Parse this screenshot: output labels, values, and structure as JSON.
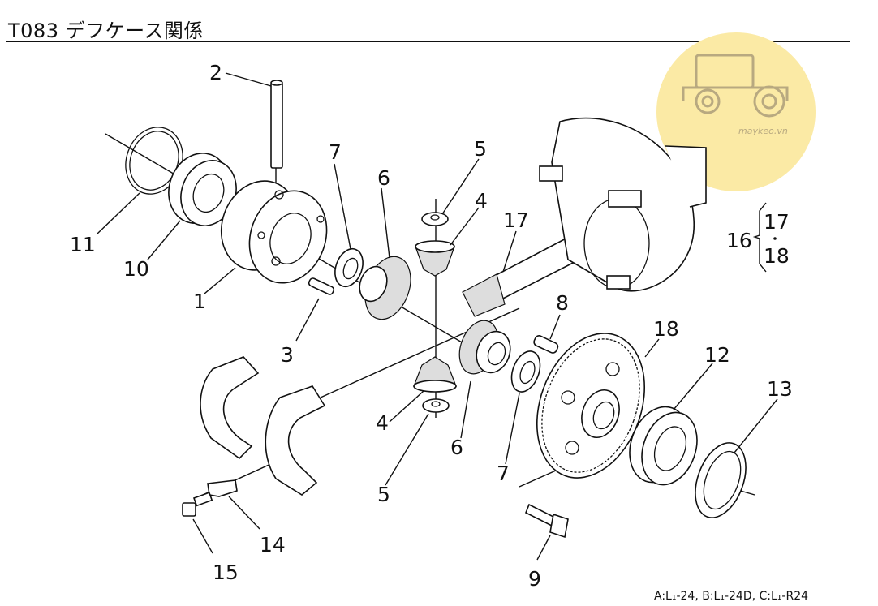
{
  "title": "T083 デフケース関係",
  "footer_note": "A:L₁-24, B:L₁-24D, C:L₁-R24",
  "watermark": {
    "text": "maykeo.vn",
    "icon": "tractor-icon",
    "circle_color": "#fbeaa5"
  },
  "part_numbers": {
    "p1": "1",
    "p2": "2",
    "p3": "3",
    "p4a": "4",
    "p4b": "4",
    "p5a": "5",
    "p5b": "5",
    "p6a": "6",
    "p6b": "6",
    "p7a": "7",
    "p7b": "7",
    "p8": "8",
    "p9": "9",
    "p10": "10",
    "p11": "11",
    "p12": "12",
    "p13": "13",
    "p14": "14",
    "p15": "15",
    "p16": "16",
    "p17a": "17",
    "p17b": "17",
    "p18a": "18",
    "p18b": "18"
  }
}
